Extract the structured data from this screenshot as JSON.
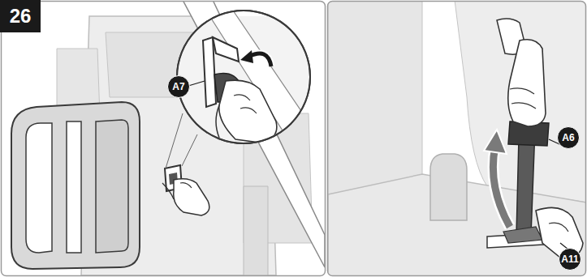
{
  "diagram": {
    "nodes": [
      {
        "text": [
          "26"
        ]
      }
    ],
    "labels": [
      "A7",
      "A6",
      "A11"
    ]
  }
}
